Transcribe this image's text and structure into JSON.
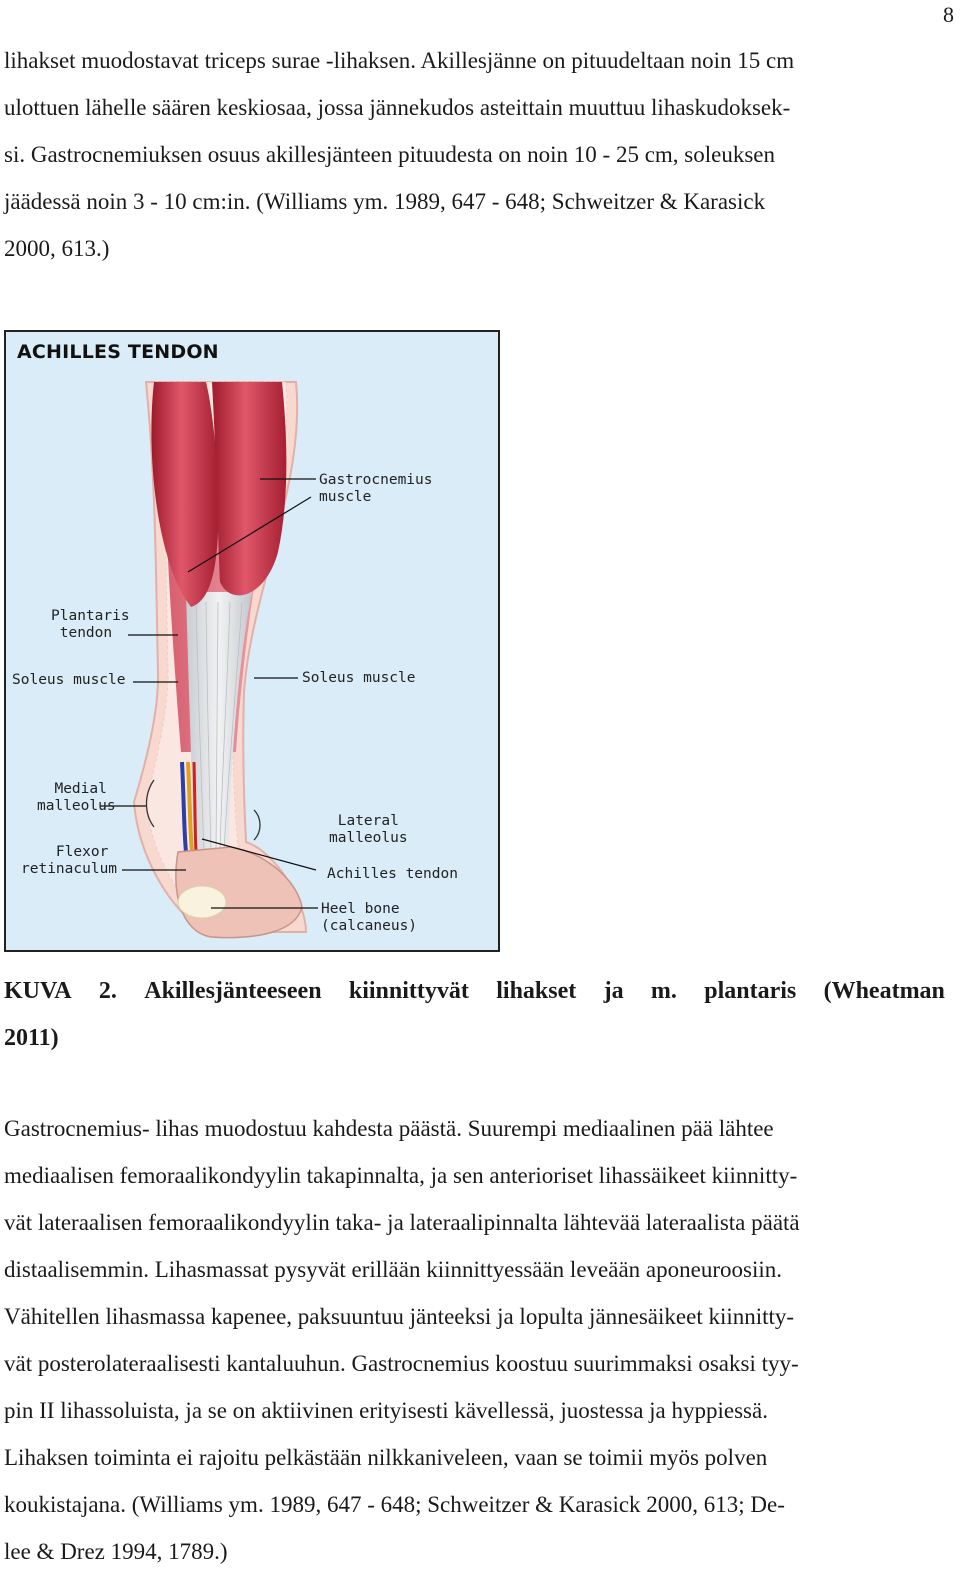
{
  "page_number": "8",
  "paragraph_top": [
    "lihakset muodostavat triceps surae -lihaksen. Akillesjänne on pituudeltaan noin 15 cm",
    "ulottuen lähelle säären keskiosaa, jossa jännekudos asteittain muuttuu lihaskudoksek-",
    "si. Gastrocnemiuksen osuus akillesjänteen pituudesta on noin 10 - 25 cm, soleuksen",
    "jäädessä noin 3 - 10 cm:in. (Williams ym. 1989, 647 - 648; Schweitzer & Karasick",
    "2000, 613.)"
  ],
  "figure": {
    "title": "ACHILLES TENDON",
    "labels": {
      "gastrocnemius": "Gastrocnemius\nmuscle",
      "plantaris": "Plantaris\n tendon",
      "soleus_left": "Soleus muscle",
      "soleus_right": "Soleus muscle",
      "medial_malleolus": "  Medial\nmalleolus",
      "lateral_malleolus": " Lateral\nmalleolus",
      "flexor_retinaculum": "    Flexor\nretinaculum",
      "achilles_tendon": "Achilles tendon",
      "heel_bone": "Heel bone\n(calcaneus)"
    }
  },
  "caption": {
    "words": [
      "KUVA",
      "2.",
      "Akillesjänteeseen",
      "kiinnittyvät",
      "lihakset",
      "ja",
      "m.",
      "plantaris",
      "(Wheatman"
    ],
    "line2": "2011)"
  },
  "paragraph_bottom": [
    "Gastrocnemius- lihas muodostuu kahdesta päästä. Suurempi mediaalinen pää lähtee",
    "mediaalisen femoraalikondyylin takapinnalta, ja sen anterioriset lihassäikeet kiinnitty-",
    "vät lateraalisen femoraalikondyylin taka- ja lateraalipinnalta lähtevää lateraalista päätä",
    "distaalisemmin. Lihasmassat pysyvät erillään kiinnittyessään leveään aponeuroosiin.",
    "Vähitellen lihasmassa kapenee, paksuuntuu jänteeksi ja lopulta jännesäikeet kiinnitty-",
    "vät posterolateraalisesti kantaluuhun. Gastrocnemius koostuu suurimmaksi osaksi tyy-",
    "pin II lihassoluista, ja se on aktiivinen erityisesti kävellessä, juostessa ja hyppiessä.",
    "Lihaksen toiminta ei rajoitu pelkästään nilkkaniveleen, vaan se toimii myös polven",
    "koukistajana. (Williams ym. 1989, 647 - 648; Schweitzer & Karasick 2000, 613; De-",
    "lee & Drez 1994, 1789.)"
  ]
}
